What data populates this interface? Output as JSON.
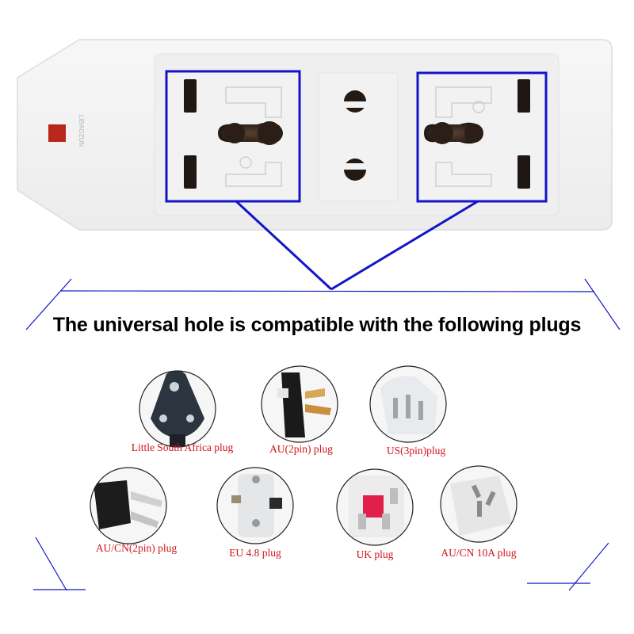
{
  "headline": "The universal hole is compatible with the following plugs",
  "brand_text": "LIBAOZUN",
  "colors": {
    "label_red": "#d0141c",
    "frame_blue": "#1414c8",
    "strip_white": "#f4f4f4",
    "indicator_red": "#b8261c"
  },
  "plugs": [
    {
      "label": "Little South Africa plug",
      "icon": "south-africa-plug-icon"
    },
    {
      "label": "AU(2pin) plug",
      "icon": "au-2pin-plug-icon"
    },
    {
      "label": "US(3pin)plug",
      "icon": "us-3pin-plug-icon"
    },
    {
      "label": "AU/CN(2pin) plug",
      "icon": "au-cn-2pin-plug-icon"
    },
    {
      "label": "EU 4.8 plug",
      "icon": "eu-plug-icon"
    },
    {
      "label": "UK plug",
      "icon": "uk-plug-icon"
    },
    {
      "label": "AU/CN 10A plug",
      "icon": "au-cn-10a-plug-icon"
    }
  ]
}
